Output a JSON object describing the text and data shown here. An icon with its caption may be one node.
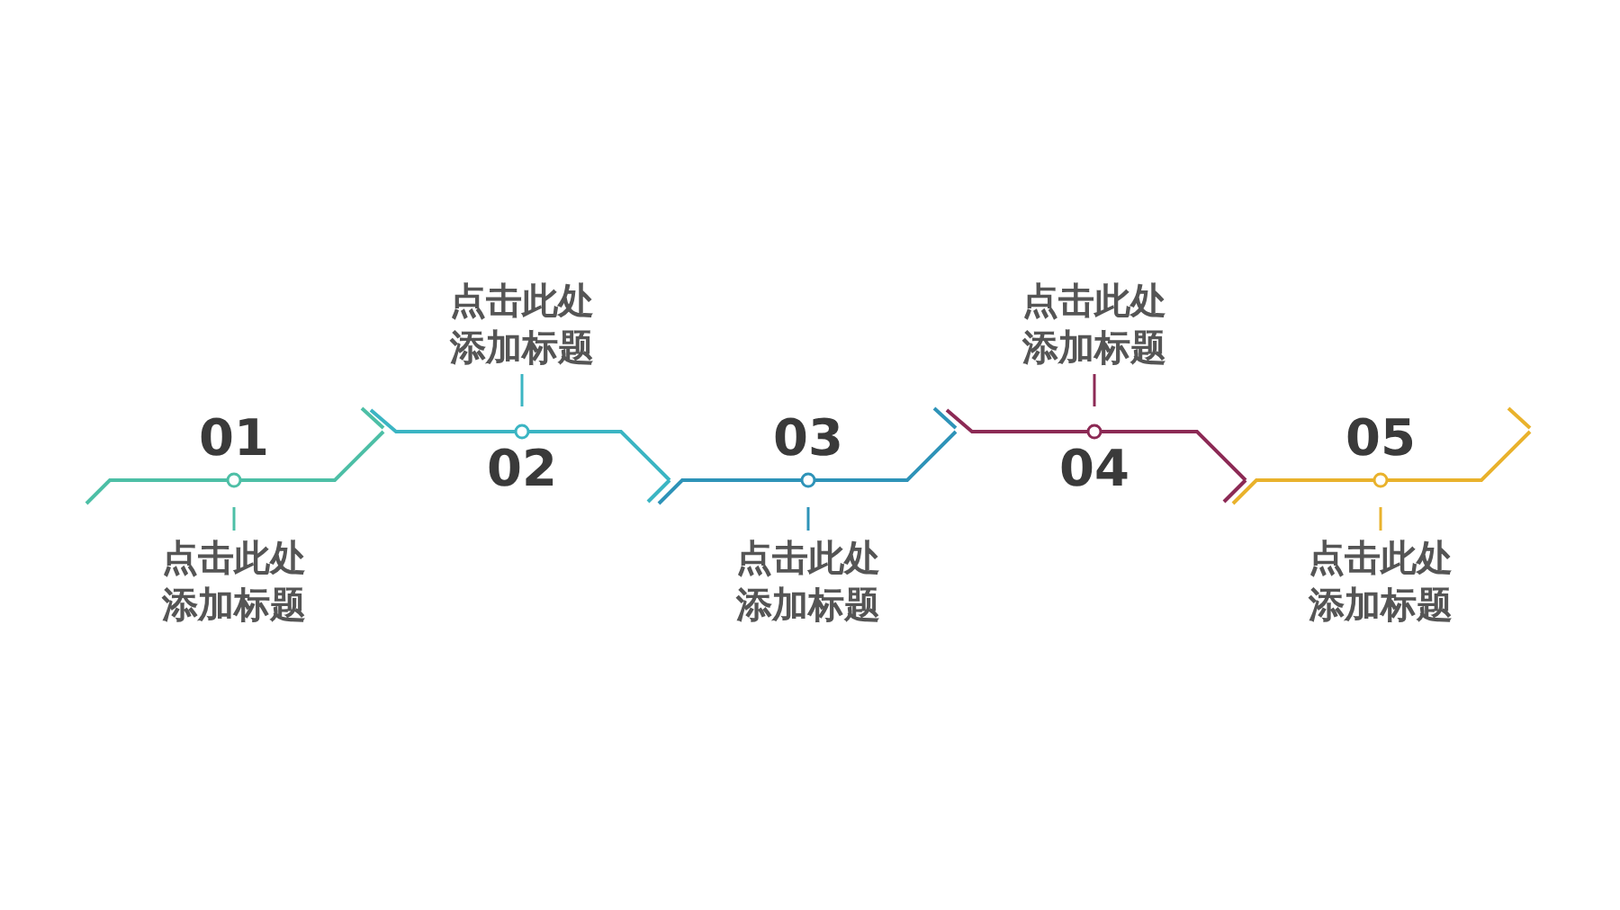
{
  "diagram": {
    "nodes": [
      {
        "text": [
          "01"
        ]
      },
      {
        "text": [
          "02"
        ]
      },
      {
        "text": [
          "03"
        ]
      },
      {
        "text": [
          "04"
        ]
      },
      {
        "text": [
          "05"
        ]
      },
      {
        "text": [
          "点击此处添加标题"
        ]
      },
      {
        "text": [
          "点击此处添加标题"
        ]
      },
      {
        "text": [
          "点击此处添加标题"
        ]
      },
      {
        "text": [
          "点击此处添加标题"
        ]
      },
      {
        "text": [
          "点击此处添加标题"
        ]
      }
    ],
    "edges": [
      {
        "from": 5,
        "to": 0,
        "arrow": "none",
        "color": "#4dbfa6"
      },
      {
        "from": 6,
        "to": 1,
        "arrow": "none",
        "color": "#3bb5c3"
      },
      {
        "from": 7,
        "to": 2,
        "arrow": "none",
        "color": "#2e93b8"
      },
      {
        "from": 8,
        "to": 3,
        "arrow": "none",
        "color": "#8c2a55"
      },
      {
        "from": 9,
        "to": 4,
        "arrow": "none",
        "color": "#e9b22c"
      }
    ]
  }
}
